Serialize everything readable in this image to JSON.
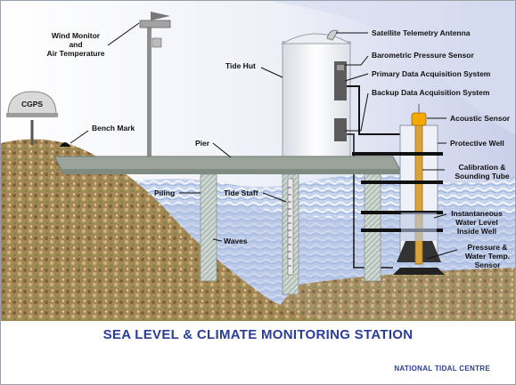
{
  "title": "SEA LEVEL & CLIMATE MONITORING STATION",
  "credit": "NATIONAL TIDAL CENTRE",
  "labels": {
    "wind_monitor_1": "Wind Monitor",
    "wind_monitor_2": "and",
    "wind_monitor_3": "Air Temperature",
    "cgps": "CGPS",
    "bench_mark": "Bench Mark",
    "tide_hut": "Tide Hut",
    "pier": "Pier",
    "piling": "Piling",
    "tide_staff": "Tide Staff",
    "waves": "Waves",
    "satellite_antenna": "Satellite Telemetry Antenna",
    "barometric_sensor": "Barometric Pressure Sensor",
    "primary_das": "Primary Data Acquisition System",
    "backup_das": "Backup Data Acquisition System",
    "acoustic_sensor": "Acoustic Sensor",
    "protective_well": "Protective Well",
    "calibration_1": "Calibration &",
    "calibration_2": "Sounding Tube",
    "water_level_1": "Instantaneous",
    "water_level_2": "Water Level",
    "water_level_3": "Inside Well",
    "pressure_1": "Pressure &",
    "pressure_2": "Water Temp.",
    "pressure_3": "Sensor"
  },
  "colors": {
    "title": "#2b3d9b",
    "sky": "#dfe3f3",
    "sea": "#b9c8e6",
    "land": "#9a7b4a",
    "pier": "#9aa49b",
    "acoustic_sensor": "#f5a800",
    "sounding_tube": "#d9a23a"
  }
}
